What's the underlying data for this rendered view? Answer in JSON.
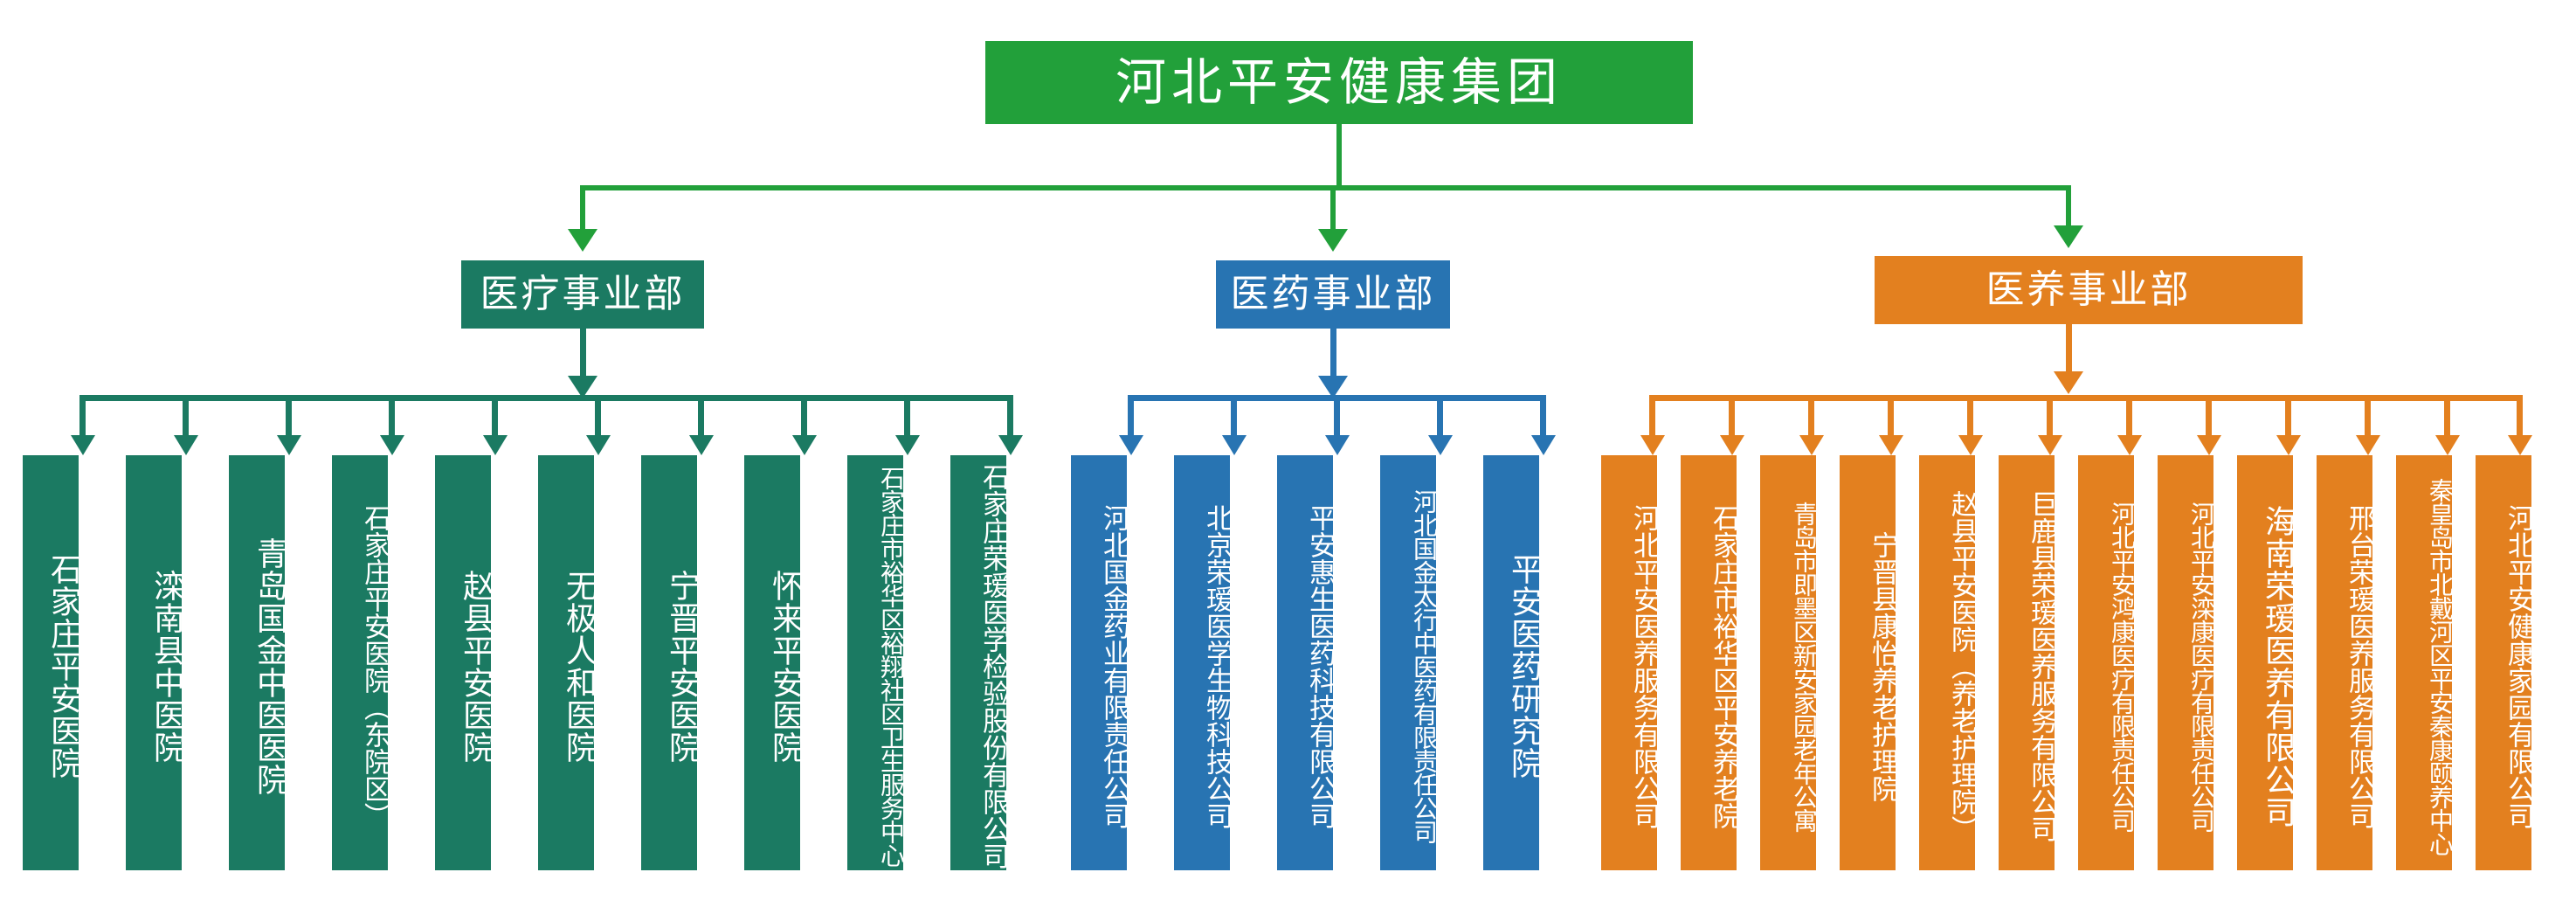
{
  "root": {
    "label": "河北平安健康集团",
    "color": "#22A03A"
  },
  "divisions": [
    {
      "id": "medical",
      "label": "医疗事业部",
      "color": "#1B7A62",
      "children": [
        "石家庄平安医院",
        "滦南县中医院",
        "青岛国金中医医院",
        "石家庄平安医院（东院区）",
        "赵县平安医院",
        "无极人和医院",
        "宁晋平安医院",
        "怀来平安医院",
        "石家庄市裕华区裕翔社区卫生服务中心",
        "石家庄荣瑷医学检验股份有限公司"
      ]
    },
    {
      "id": "pharma",
      "label": "医药事业部",
      "color": "#2874B2",
      "children": [
        "河北国金药业有限责任公司",
        "北京荣瑷医学生物科技公司",
        "平安惠生医药科技有限公司",
        "河北国金太行中医药有限责任公司",
        "平安医药研究院"
      ]
    },
    {
      "id": "elder",
      "label": "医养事业部",
      "color": "#E3801F",
      "children": [
        "河北平安医养服务有限公司",
        "石家庄市裕华区平安养老院",
        "青岛市即墨区新安家园老年公寓",
        "宁晋县康怡养老护理院",
        "赵县平安医院（养老护理院）",
        "巨鹿县荣瑷医养服务有限公司",
        "河北平安鸿康医疗有限责任公司",
        "河北平安滦康医疗有限责任公司",
        "海南荣瑷医养有限公司",
        "邢台荣瑷医养服务有限公司",
        "秦皇岛市北戴河区平安秦康颐养中心",
        "河北平安健康家园有限公司"
      ]
    }
  ],
  "colors": {
    "root_green": "#22A03A",
    "connector_green": "#22A03A",
    "medical_teal": "#1B7A62",
    "pharma_blue": "#2874B2",
    "elder_orange": "#E3801F",
    "background": "#FFFFFF"
  }
}
